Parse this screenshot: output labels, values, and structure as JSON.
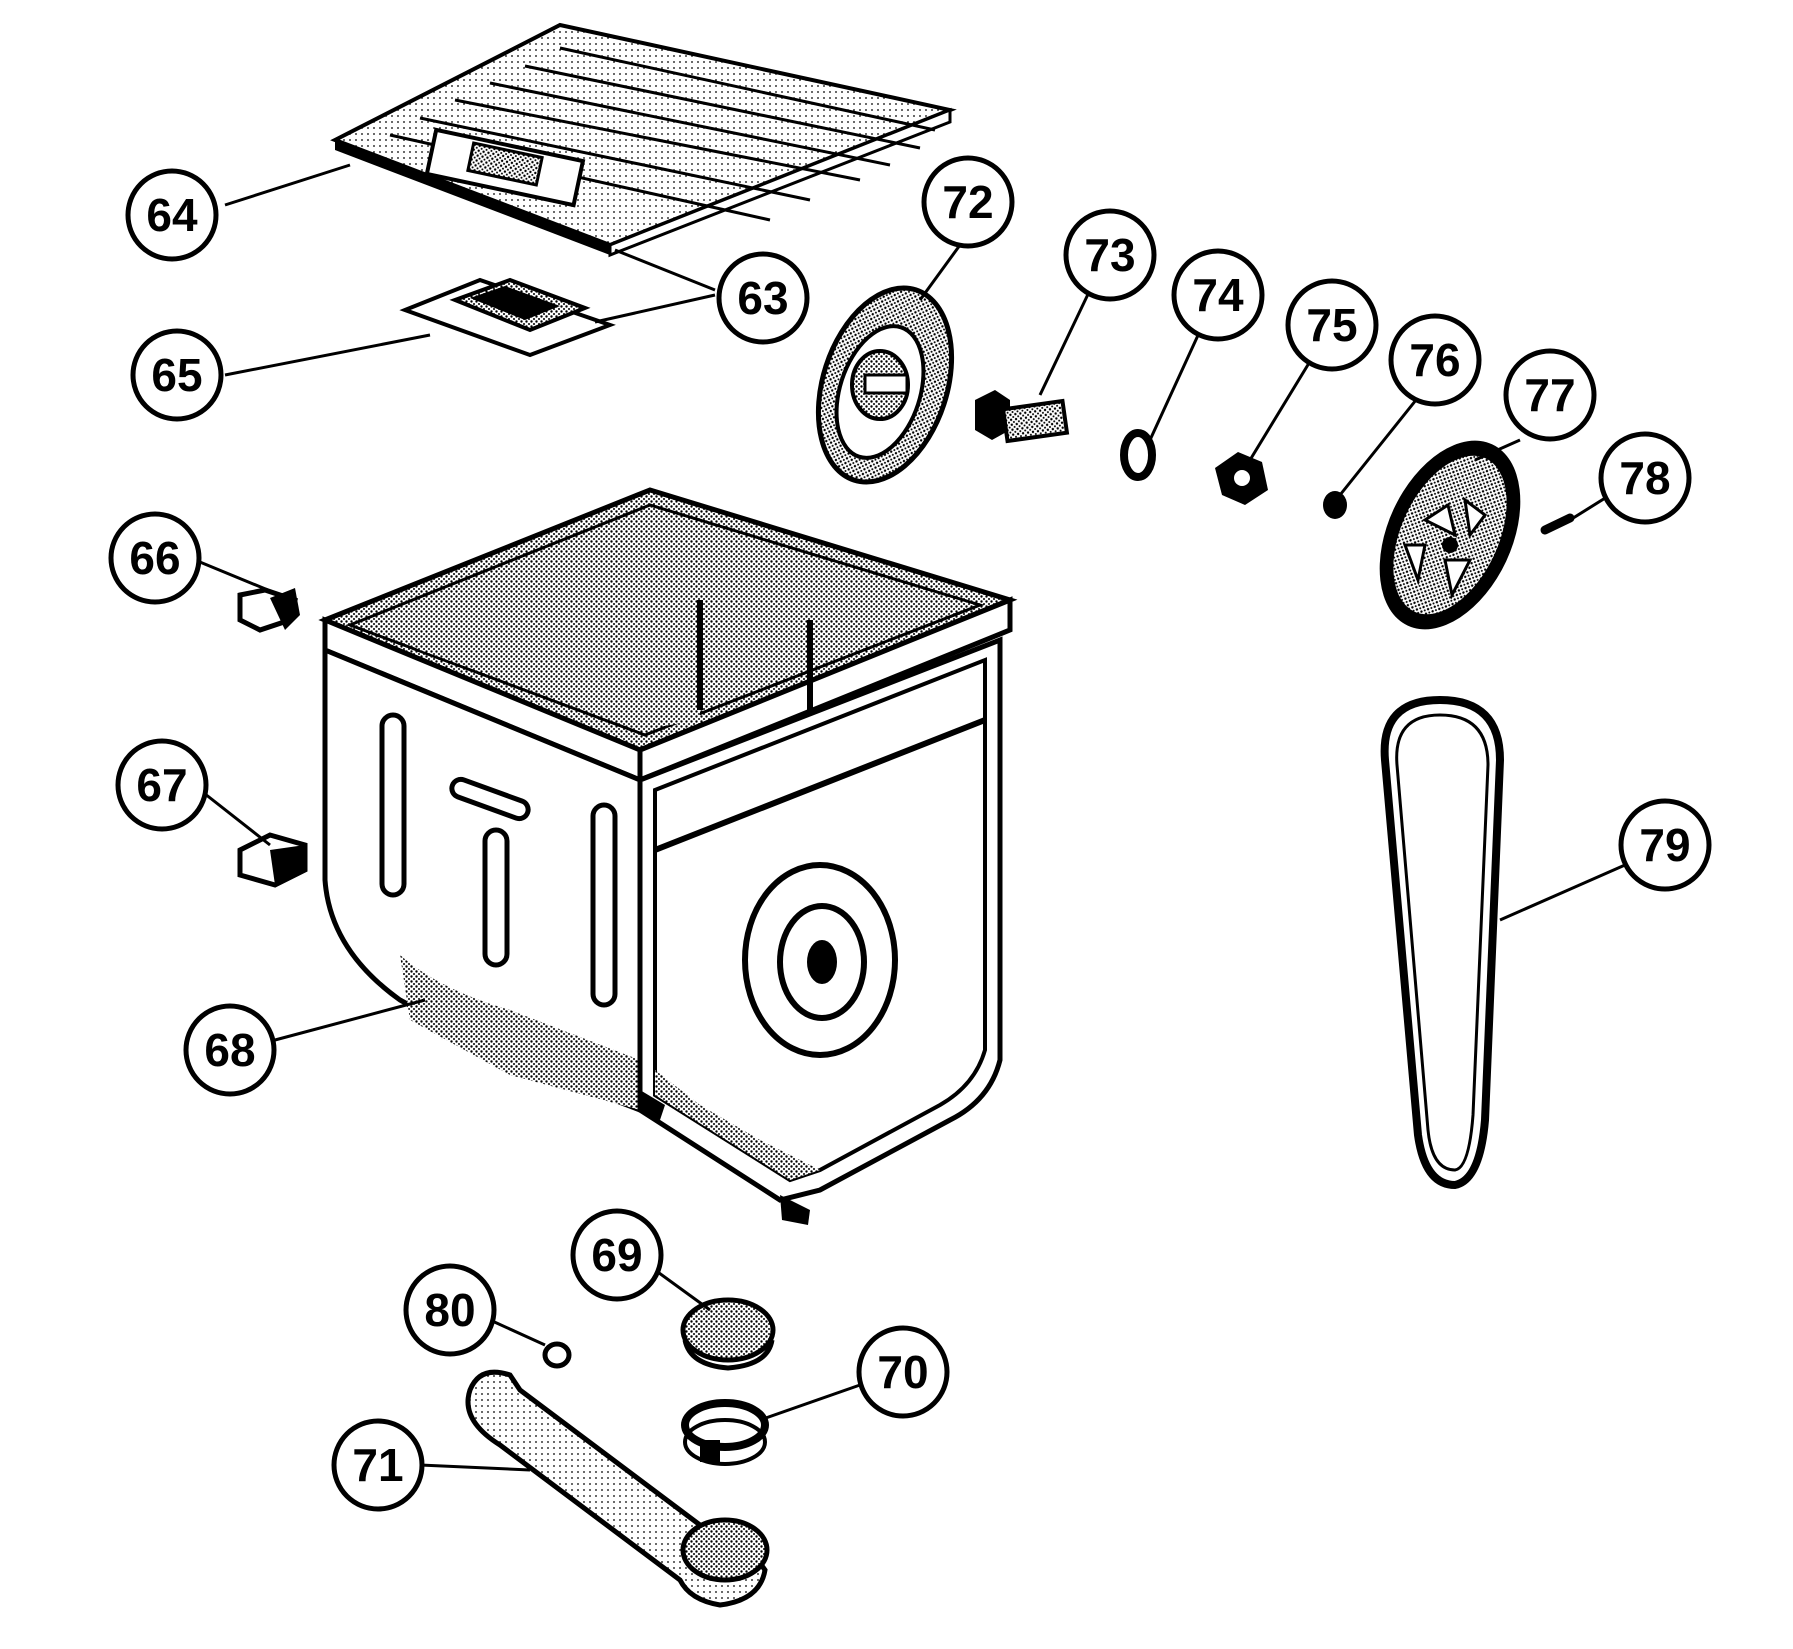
{
  "diagram": {
    "callouts": [
      {
        "id": "c64",
        "label": "64"
      },
      {
        "id": "c63",
        "label": "63"
      },
      {
        "id": "c65",
        "label": "65"
      },
      {
        "id": "c72",
        "label": "72"
      },
      {
        "id": "c73",
        "label": "73"
      },
      {
        "id": "c74",
        "label": "74"
      },
      {
        "id": "c75",
        "label": "75"
      },
      {
        "id": "c76",
        "label": "76"
      },
      {
        "id": "c77",
        "label": "77"
      },
      {
        "id": "c78",
        "label": "78"
      },
      {
        "id": "c66",
        "label": "66"
      },
      {
        "id": "c67",
        "label": "67"
      },
      {
        "id": "c68",
        "label": "68"
      },
      {
        "id": "c79",
        "label": "79"
      },
      {
        "id": "c69",
        "label": "69"
      },
      {
        "id": "c80",
        "label": "80"
      },
      {
        "id": "c70",
        "label": "70"
      },
      {
        "id": "c71",
        "label": "71"
      }
    ]
  }
}
